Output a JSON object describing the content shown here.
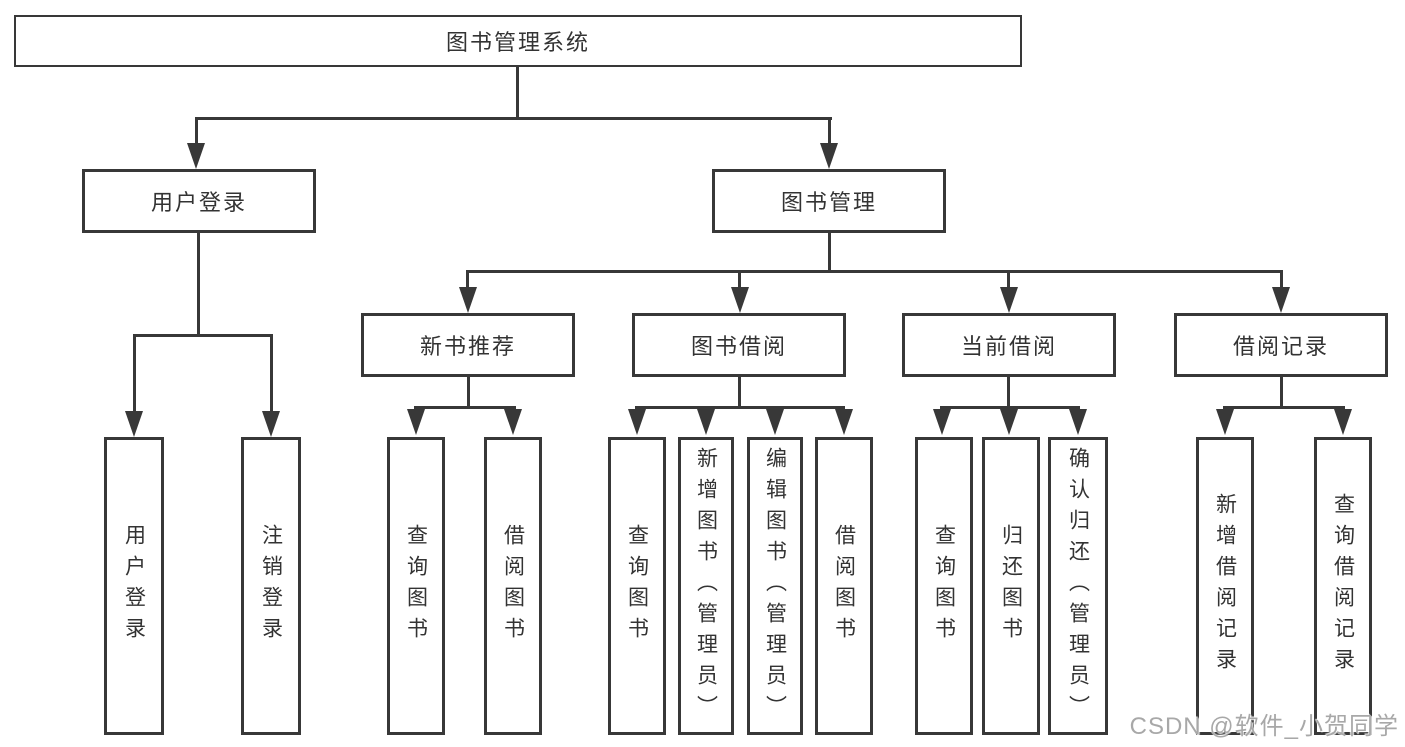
{
  "diagram": {
    "root": {
      "label": "图书管理系统"
    },
    "level2": {
      "user_login": {
        "label": "用户登录"
      },
      "book_mgmt": {
        "label": "图书管理"
      }
    },
    "level3": {
      "new_books": {
        "label": "新书推荐"
      },
      "book_borrow": {
        "label": "图书借阅"
      },
      "current_borrow": {
        "label": "当前借阅"
      },
      "borrow_records": {
        "label": "借阅记录"
      }
    },
    "leaves": {
      "user_login": [
        "用户登录",
        "注销登录"
      ],
      "new_books": [
        "查询图书",
        "借阅图书"
      ],
      "book_borrow": [
        "查询图书",
        "新增图书（管理员）",
        "编辑图书（管理员）",
        "借阅图书"
      ],
      "current_borrow": [
        "查询图书",
        "归还图书",
        "确认归还（管理员）"
      ],
      "borrow_records": [
        "新增借阅记录",
        "查询借阅记录"
      ]
    }
  },
  "watermark": "CSDN @软件_小贺同学",
  "colors": {
    "line": "#383838",
    "text": "#333333",
    "watermark": "#a8a8a8",
    "background": "#ffffff"
  }
}
